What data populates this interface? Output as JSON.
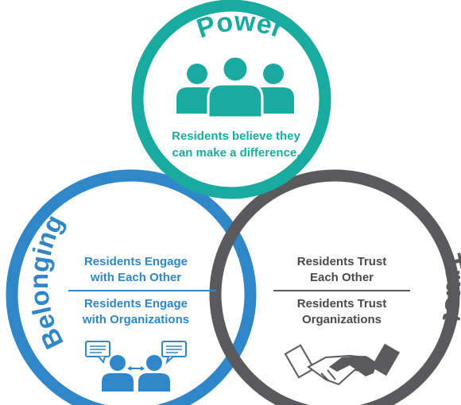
{
  "colors": {
    "power": "#1aaba0",
    "belonging": "#2f86c8",
    "trust": "#5a5a5c",
    "text_dark": "#4a4a4c",
    "background": "#ffffff"
  },
  "power": {
    "title": "Power",
    "icon": "group-of-people-icon",
    "line1": "Residents believe they",
    "line2": "can make a difference."
  },
  "belonging": {
    "title": "Belonging",
    "icon": "two-people-conversation-icon",
    "top_line1": "Residents Engage",
    "top_line2": "with Each Other",
    "bottom_line1": "Residents Engage",
    "bottom_line2": "with Organizations"
  },
  "trust": {
    "title": "Trust",
    "icon": "handshake-icon",
    "top_line1": "Residents Trust",
    "top_line2": "Each Other",
    "bottom_line1": "Residents Trust",
    "bottom_line2": "Organizations"
  }
}
